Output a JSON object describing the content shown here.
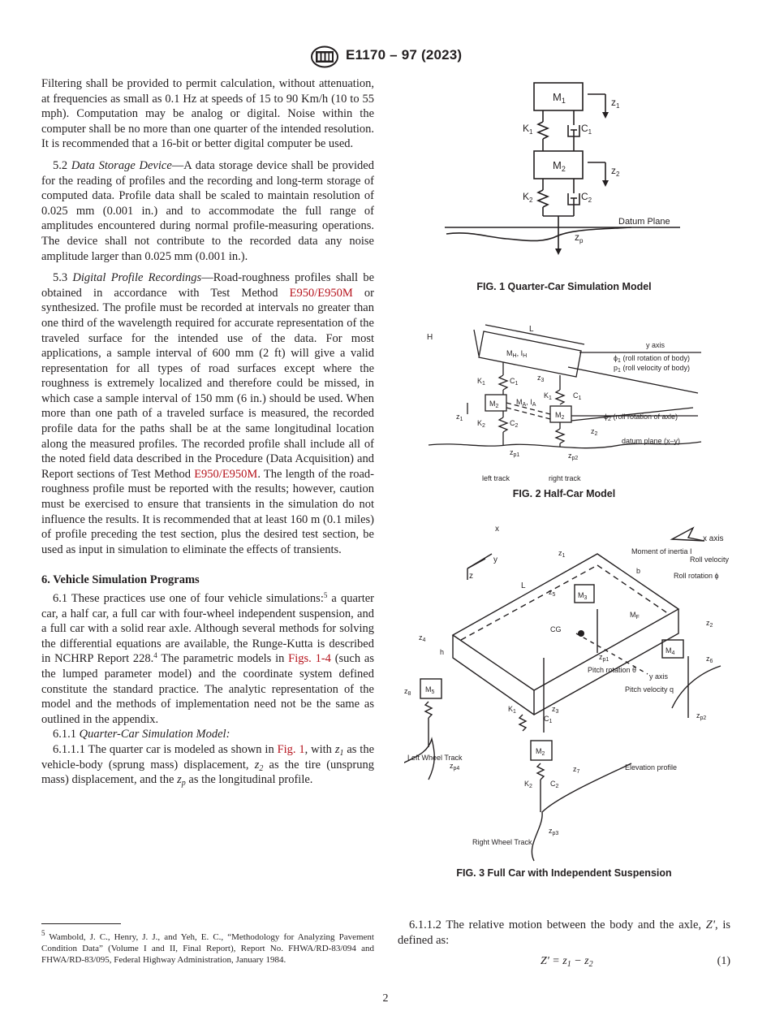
{
  "header": {
    "doc_id": "E1170 – 97 (2023)"
  },
  "left_column": {
    "p1": "Filtering shall be provided to permit calculation, without attenuation, at frequencies as small as 0.1 Hz at speeds of 15 to 90 Km/h (10 to 55 mph). Computation may be analog or digital. Noise within the computer shall be no more than one quarter of the intended resolution. It is recommended that a 16-bit or better digital computer be used.",
    "p2_num": "5.2 ",
    "p2_title": "Data Storage Device",
    "p2_text": "—A data storage device shall be provided for the reading of profiles and the recording and long-term storage of computed data. Profile data shall be scaled to maintain resolution of 0.025 mm (0.001 in.) and to accommodate the full range of amplitudes encountered during normal profile-measuring operations. The device shall not contribute to the recorded data any noise amplitude larger than 0.025 mm (0.001 in.).",
    "p3_num": "5.3 ",
    "p3_title": "Digital Profile Recordings",
    "p3_text_a": "—Road-roughness profiles shall be obtained in accordance with Test Method ",
    "p3_link_a": "E950/E950M",
    "p3_text_b": " or synthesized. The profile must be recorded at intervals no greater than one third of the wavelength required for accurate representation of the traveled surface for the intended use of the data. For most applications, a sample interval of 600 mm (2 ft) will give a valid representation for all types of road surfaces except where the roughness is extremely localized and therefore could be missed, in which case a sample interval of 150 mm (6 in.) should be used. When more than one path of a traveled surface is measured, the recorded profile data for the paths shall be at the same longitudinal location along the measured profiles. The recorded profile shall include all of the noted field data described in the Procedure (Data Acquisition) and Report sections of Test Method ",
    "p3_link_b": "E950/E950M",
    "p3_text_c": ". The length of the road-roughness profile must be reported with the results; however, caution must be exercised to ensure that transients in the simulation do not influence the results. It is recommended that at least 160 m (0.1 miles) of profile preceding the test section, plus the desired test section, be used as input in simulation to eliminate the effects of transients.",
    "heading": "6. Vehicle Simulation Programs",
    "p4_a": "6.1 These practices use one of four vehicle simulations:",
    "p4_sup": "5",
    "p4_b": " a quarter car, a half car, a full car with four-wheel independent suspension, and a full car with a solid rear axle. Although several methods for solving the differential equations are available, the Runge-Kutta is described in NCHRP Report 228.",
    "p4_sup2": "4",
    "p4_c": " The parametric models in ",
    "p4_link": "Figs. 1-4",
    "p4_d": " (such as the lumped parameter model) and the coordinate system defined constitute the standard practice. The analytic representation of the model and the methods of implementation need not be the same as outlined in the appendix.",
    "p5_num": "6.1.1 ",
    "p5_title": "Quarter-Car Simulation Model:",
    "p6_a": "6.1.1.1 The quarter car is modeled as shown in ",
    "p6_link": "Fig. 1",
    "p6_b": ", with ",
    "p6_c": " as the vehicle-body (sprung mass) displacement, ",
    "p6_d": " as the tire (unsprung mass) displacement, and the ",
    "p6_e": " as the longitudinal profile."
  },
  "footnote": {
    "sup": "5",
    "text": " Wambold, J. C., Henry, J. J., and Yeh, E. C., “Methodology for Analyzing Pavement Condition Data” (Volume I and II, Final Report), Report No. FHWA/RD-83/094 and FHWA/RD-83/095, Federal Highway Administration, January 1984."
  },
  "right_column": {
    "p1_a": "6.1.1.2 The relative motion between the body and the axle, ",
    "p1_var": "Z'",
    "p1_b": ", is defined as:",
    "equation_lhs": "Z' = z",
    "equation_mid": " − z",
    "equation_num": "(1)"
  },
  "fig1": {
    "caption": "FIG. 1  Quarter-Car Simulation Model",
    "m1": "M",
    "m2": "M",
    "k1": "K",
    "c1": "C",
    "k2": "K",
    "c2": "C",
    "z1": "z",
    "z2": "z",
    "zp": "z",
    "datum": "Datum Plane"
  },
  "fig2": {
    "caption": "FIG. 2  Half-Car Model",
    "labels": {
      "h": "H",
      "l": "L",
      "mh": "M",
      "ih": "I",
      "yaxis": "y axis",
      "phi1": "(roll rotation of body)",
      "p1": "(roll velocity of body)",
      "phi2": "(roll rotation of axle)",
      "datum": "datum plane (x–y)",
      "left_track": "left track",
      "right_track": "right track",
      "z1": "z",
      "z2": "z",
      "z3": "z",
      "zp1": "z",
      "zp2": "z",
      "k1": "K",
      "c1": "C",
      "k2": "K",
      "c2": "C",
      "m2": "M",
      "k1r": "K",
      "c1r": "C",
      "m2r": "M",
      "ma": "M",
      "ia": "I"
    }
  },
  "fig3": {
    "caption": "FIG. 3  Full Car with Independent Suspension",
    "labels": {
      "x": "x",
      "y": "y",
      "z": "z",
      "xaxis": "x axis",
      "roll_velocity": "Roll velocity p",
      "roll_rotation": "Roll rotation ϕ",
      "moment": "Moment of inertia I",
      "b": "b",
      "l": "L",
      "mf": "M",
      "cg": "CG",
      "pitch_rotation": "Pitch rotation θ",
      "pitch_velocity": "Pitch velocity q",
      "yaxis": "y axis",
      "h": "h",
      "left_wheel": "Left Wheel Track",
      "right_wheel": "Right Wheel Track",
      "elevation": "Elevation profile",
      "z1": "z",
      "z2": "z",
      "z3": "z",
      "z4": "z",
      "z5": "z",
      "z6": "z",
      "z7": "z",
      "z8": "z",
      "zp1": "z",
      "zp2": "z",
      "zp3": "z",
      "zp4": "z",
      "k1": "K",
      "c1": "C",
      "k2": "K",
      "c2": "C",
      "m2": "M",
      "m3": "M",
      "m4": "M",
      "m5": "M"
    }
  },
  "page_number": "2"
}
